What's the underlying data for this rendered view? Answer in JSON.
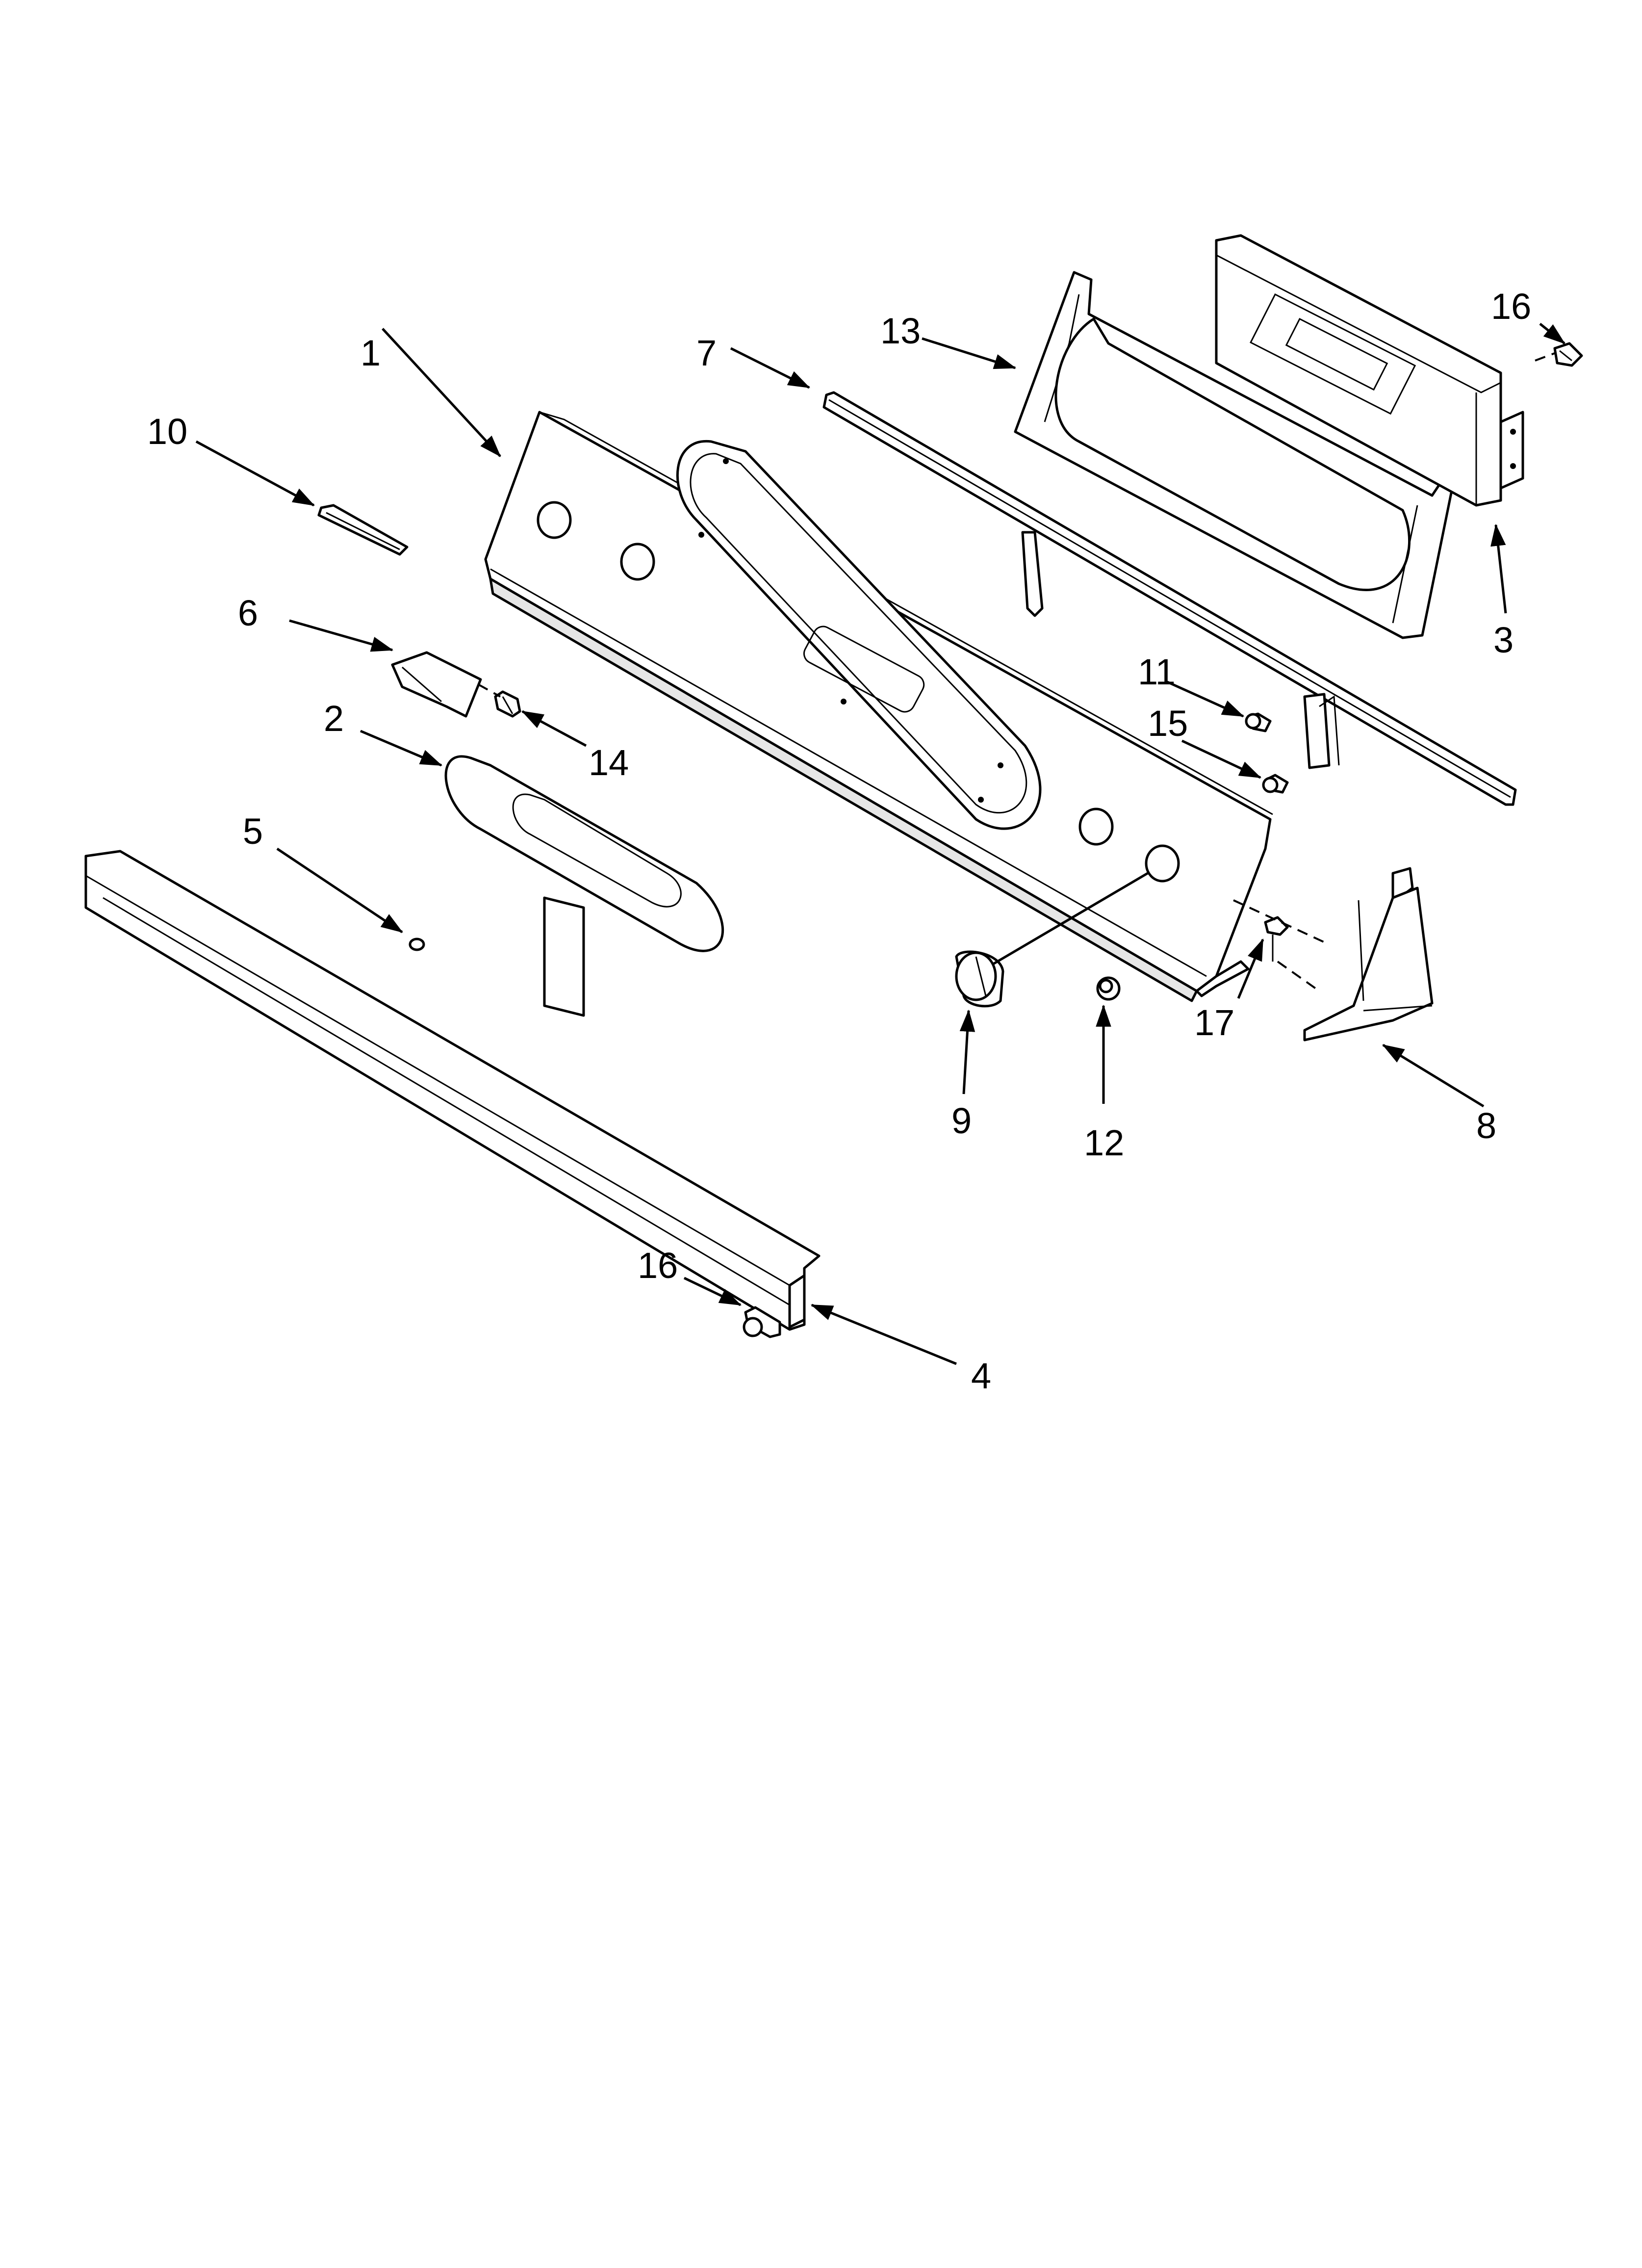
{
  "callouts": {
    "c1": "1",
    "c2": "2",
    "c3": "3",
    "c4": "4",
    "c5": "5",
    "c6": "6",
    "c7": "7",
    "c8": "8",
    "c9": "9",
    "c10": "10",
    "c11": "11",
    "c12": "12",
    "c13": "13",
    "c14": "14",
    "c15": "15",
    "c16a": "16",
    "c16b": "16",
    "c17": "17"
  }
}
